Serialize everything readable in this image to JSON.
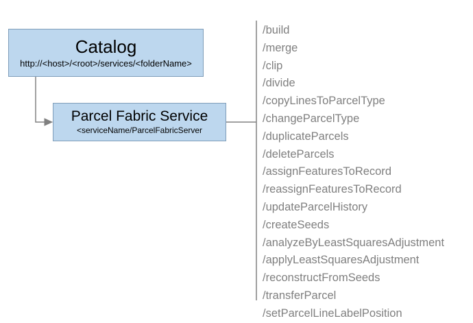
{
  "diagram": {
    "catalog": {
      "title": "Catalog",
      "subtitle": "http://<host>/<root>/services/<folderName>"
    },
    "service": {
      "title": "Parcel Fabric Service",
      "subtitle": "<serviceName/ParcelFabricServer"
    },
    "operations": [
      "/build",
      "/merge",
      "/clip",
      "/divide",
      "/copyLinesToParcelType",
      "/changeParcelType",
      "/duplicateParcels",
      "/deleteParcels",
      "/assignFeaturesToRecord",
      "/reassignFeaturesToRecord",
      "/updateParcelHistory",
      "/createSeeds",
      "/analyzeByLeastSquaresAdjustment",
      "/applyLeastSquaresAdjustment",
      "/reconstructFromSeeds",
      "/transferParcel",
      "/setParcelLineLabelPosition"
    ],
    "colors": {
      "box_fill": "#bdd7ee",
      "box_border": "#7f9db9",
      "connector": "#808080",
      "operation_text": "#7f7f7f"
    }
  }
}
